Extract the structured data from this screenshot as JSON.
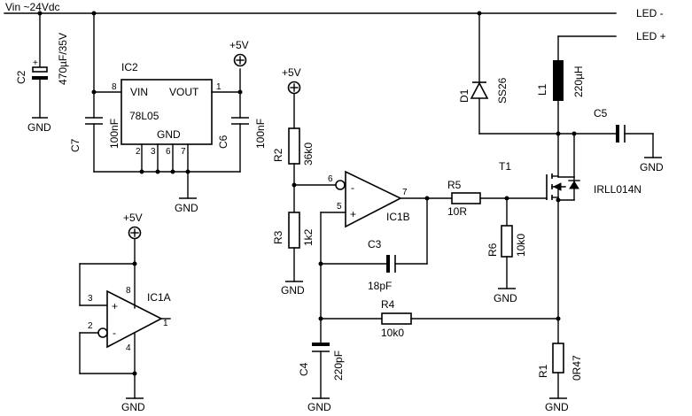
{
  "rails": {
    "vin": "Vin ~24Vdc",
    "led_minus": "LED -",
    "led_plus": "LED +"
  },
  "labels": {
    "gnd": "GND",
    "plus5v": "+5V"
  },
  "c2": {
    "ref": "C2",
    "value": "470µF/35V",
    "plus": "+"
  },
  "c7": {
    "ref": "C7",
    "value": "100nF"
  },
  "c6": {
    "ref": "C6",
    "value": "100nF"
  },
  "ic2": {
    "ref": "IC2",
    "part": "78L05",
    "vin": "VIN",
    "vout": "VOUT",
    "gnd": "GND",
    "pin_vin": "8",
    "pin_vout": "1",
    "pins_gnd": [
      "2",
      "3",
      "6",
      "7"
    ]
  },
  "d1": {
    "ref": "D1",
    "value": "SS26"
  },
  "l1": {
    "ref": "L1",
    "value": "220µH"
  },
  "c5": {
    "ref": "C5"
  },
  "t1": {
    "ref": "T1",
    "value": "IRLL014N"
  },
  "r2": {
    "ref": "R2",
    "value": "36k0"
  },
  "r3": {
    "ref": "R3",
    "value": "1k2"
  },
  "r5": {
    "ref": "R5",
    "value": "10R"
  },
  "r6": {
    "ref": "R6",
    "value": "10k0"
  },
  "r4": {
    "ref": "R4",
    "value": "10k0"
  },
  "r1": {
    "ref": "R1",
    "value": "0R47"
  },
  "c3": {
    "ref": "C3",
    "value": "18pF"
  },
  "c4": {
    "ref": "C4",
    "value": "220pF"
  },
  "ic1b": {
    "ref": "IC1B",
    "pin_minus": "6",
    "pin_plus": "5",
    "pin_out": "7",
    "minus": "-",
    "plus": "+"
  },
  "ic1a": {
    "ref": "IC1A",
    "pin_plus": "3",
    "pin_minus": "2",
    "pin_out": "1",
    "pin_vcc": "8",
    "pin_gnd": "4",
    "minus": "-",
    "plus": "+"
  }
}
